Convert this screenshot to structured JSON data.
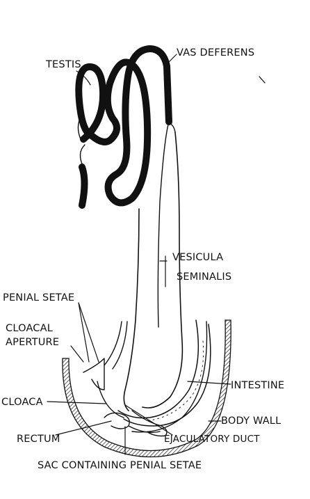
{
  "labels": {
    "testis": "TESTIS",
    "vas_deferens": "VAS DEFERENS",
    "vesicula_line1": "VESICULA",
    "vesicula_line2": "SEMINALIS",
    "penial_setae": "PENIAL SETAE",
    "cloacal_line1": "CLOACAL",
    "cloacal_line2": "APERTURE",
    "intestine": "INTESTINE",
    "cloaca": "CLOACA",
    "body_wall": "BODY WALL",
    "rectum": "RECTUM",
    "ejaculatory_duct": "EJACULATORY DUCT",
    "sac": "SAC CONTAINING PENIAL SETAE"
  },
  "colors": {
    "ink": "#111111",
    "background": "#ffffff"
  }
}
